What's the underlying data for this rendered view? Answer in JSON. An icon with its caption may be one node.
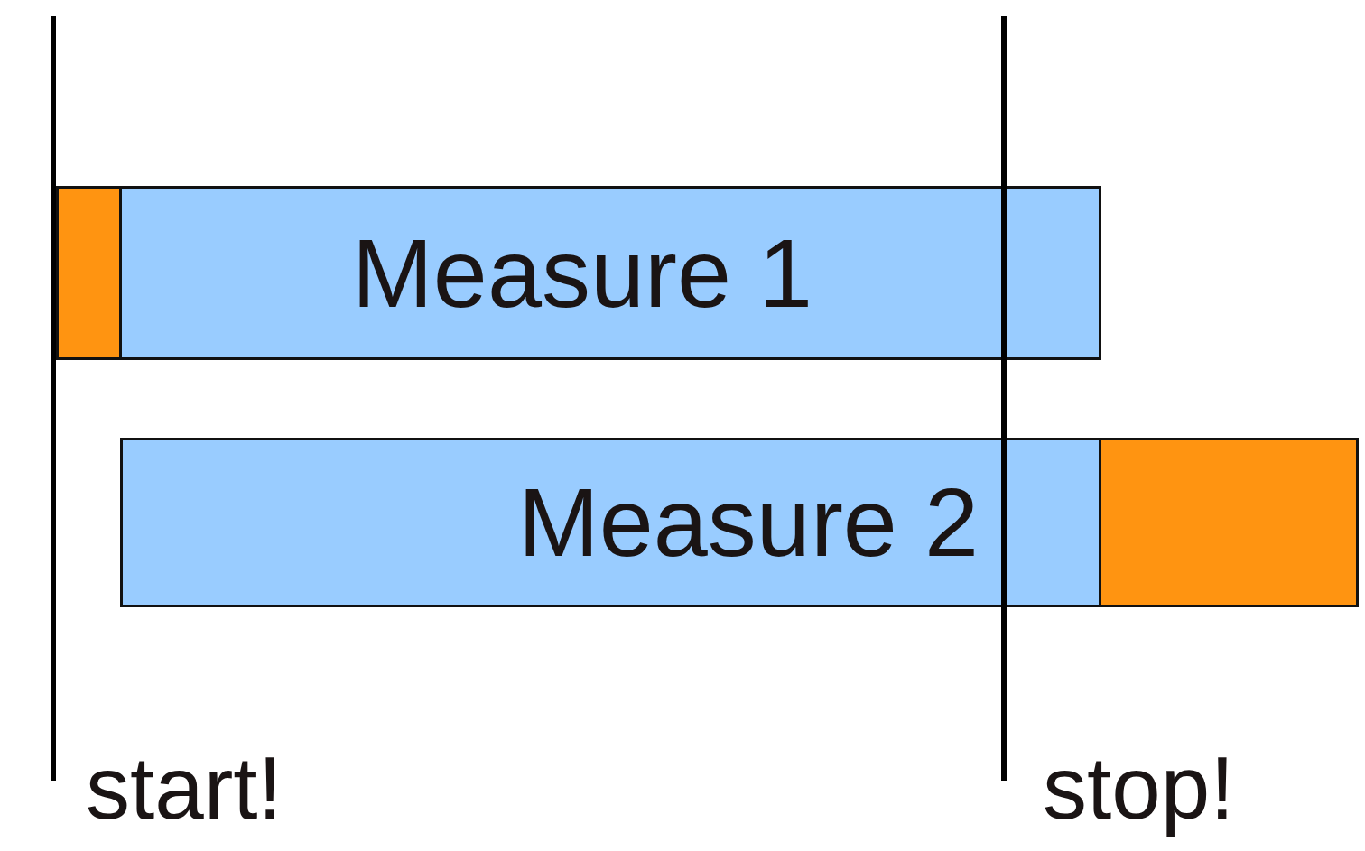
{
  "diagram": {
    "nodes": [
      {
        "text": [
          "Measure 1"
        ]
      },
      {
        "text": [],
        "shape": "bar",
        "in": 0
      },
      {
        "text": [
          "Measure 2"
        ]
      },
      {
        "text": [],
        "shape": "bar",
        "in": 2
      }
    ],
    "labels": [
      "start!",
      "stop!"
    ]
  }
}
